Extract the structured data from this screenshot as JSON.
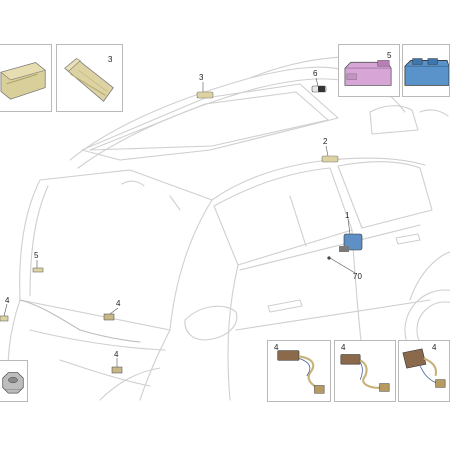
{
  "callouts": {
    "c1": "1",
    "c2": "2",
    "c3a": "3",
    "c3b": "3",
    "c4a": "4",
    "c4b": "4",
    "c4c": "4",
    "c4d": "4",
    "c4e": "4",
    "c4f": "4",
    "c5a": "5",
    "c5b": "5",
    "c6": "6",
    "c70": "70"
  },
  "colors": {
    "line": "#c8c8c8",
    "line_dark": "#9a9a9a",
    "sensor_beige": "#d9cf9a",
    "module_pink": "#d7a6d6",
    "module_blue": "#5a93c9",
    "connector_brown": "#8a6a4a",
    "wire_tan": "#c9b27a"
  }
}
